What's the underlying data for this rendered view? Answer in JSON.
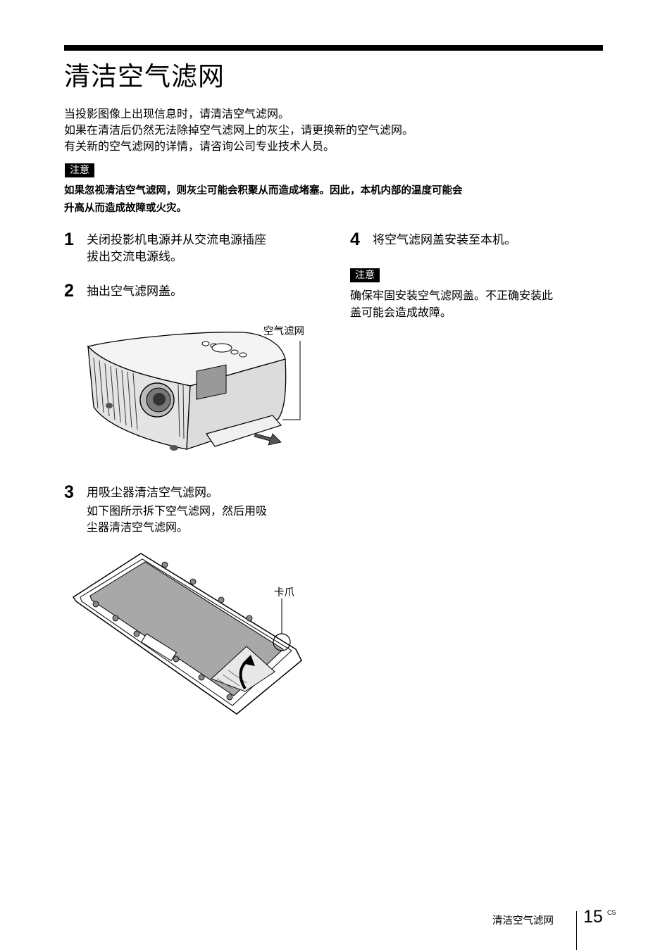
{
  "title": "清洁空气滤网",
  "intro": [
    "当投影图像上出现信息时，请清洁空气滤网。",
    "如果在清洁后仍然无法除掉空气滤网上的灰尘，请更换新的空气滤网。",
    "有关新的空气滤网的详情，请咨询公司专业技术人员。"
  ],
  "note_label": "注意",
  "caution": {
    "line1": "如果忽视清洁空气滤网，则灰尘可能会积聚从而造成堵塞。因此，本机内部的温度可能会",
    "line2": "升高从而造成故障或火灾。"
  },
  "steps": [
    {
      "num": "1",
      "line1": "关闭投影机电源并从交流电源插座",
      "line2": "拔出交流电源线。"
    },
    {
      "num": "2",
      "text": "抽出空气滤网盖。"
    },
    {
      "num": "3",
      "text": "用吸尘器清洁空气滤网。",
      "sub1": "如下图所示拆下空气滤网，然后用吸",
      "sub2": "尘器清洁空气滤网。"
    },
    {
      "num": "4",
      "text": "将空气滤网盖安装至本机。"
    }
  ],
  "note2": {
    "line1": "确保牢固安装空气滤网盖。不正确安装此",
    "line2": "盖可能会造成故障。"
  },
  "figure_labels": {
    "air_filter": "空气滤网",
    "claw": "卡爪"
  },
  "footer": {
    "section": "清洁空气滤网",
    "page": "15",
    "lang": "CS"
  }
}
